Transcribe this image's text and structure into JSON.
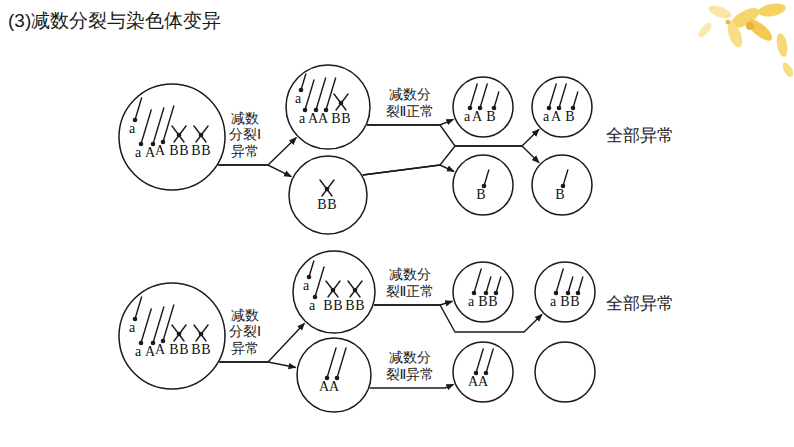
{
  "diagram": {
    "title": "(3)减数分裂与染色体变异",
    "nodes": [
      {
        "text": [
          "a",
          "a",
          "A",
          "A",
          "B",
          "B",
          "B",
          "B"
        ]
      },
      {
        "text": [
          "a",
          "a",
          "A",
          "A",
          "B",
          "B"
        ]
      },
      {
        "text": [
          "B",
          "B"
        ]
      },
      {
        "text": [
          "a",
          "A",
          "B"
        ]
      },
      {
        "text": [
          "a",
          "A",
          "B"
        ]
      },
      {
        "text": [
          "B"
        ]
      },
      {
        "text": [
          "B"
        ]
      },
      {
        "text": [
          "a",
          "a",
          "A",
          "A",
          "B",
          "B",
          "B",
          "B"
        ]
      },
      {
        "text": [
          "a",
          "a",
          "B",
          "B",
          "B",
          "B"
        ]
      },
      {
        "text": [
          "A",
          "A"
        ]
      },
      {
        "text": [
          "a",
          "B",
          "B"
        ]
      },
      {
        "text": [
          "a",
          "B",
          "B"
        ]
      },
      {
        "text": [
          "A",
          "A"
        ]
      }
    ],
    "edges": [
      {
        "from": 0,
        "to": 1,
        "arrow": "to",
        "label": "减数 分裂Ⅰ 异常"
      },
      {
        "from": 0,
        "to": 2,
        "arrow": "to"
      },
      {
        "from": 1,
        "to": 3,
        "arrow": "to",
        "label": "减数分 裂Ⅱ正常"
      },
      {
        "from": 1,
        "to": 4,
        "arrow": "to"
      },
      {
        "from": 2,
        "to": 5,
        "arrow": "to"
      },
      {
        "from": 2,
        "to": 6,
        "arrow": "to"
      },
      {
        "from": 7,
        "to": 8,
        "arrow": "to",
        "label": "减数 分裂Ⅰ 异常"
      },
      {
        "from": 7,
        "to": 9,
        "arrow": "to"
      },
      {
        "from": 8,
        "to": 10,
        "arrow": "to",
        "label": "减数分 裂Ⅱ正常"
      },
      {
        "from": 8,
        "to": 11,
        "arrow": "to"
      },
      {
        "from": 9,
        "to": 12,
        "arrow": "to",
        "label": "减数分 裂Ⅱ异常"
      }
    ],
    "labels": [
      "全部异常",
      "全部异常"
    ]
  }
}
